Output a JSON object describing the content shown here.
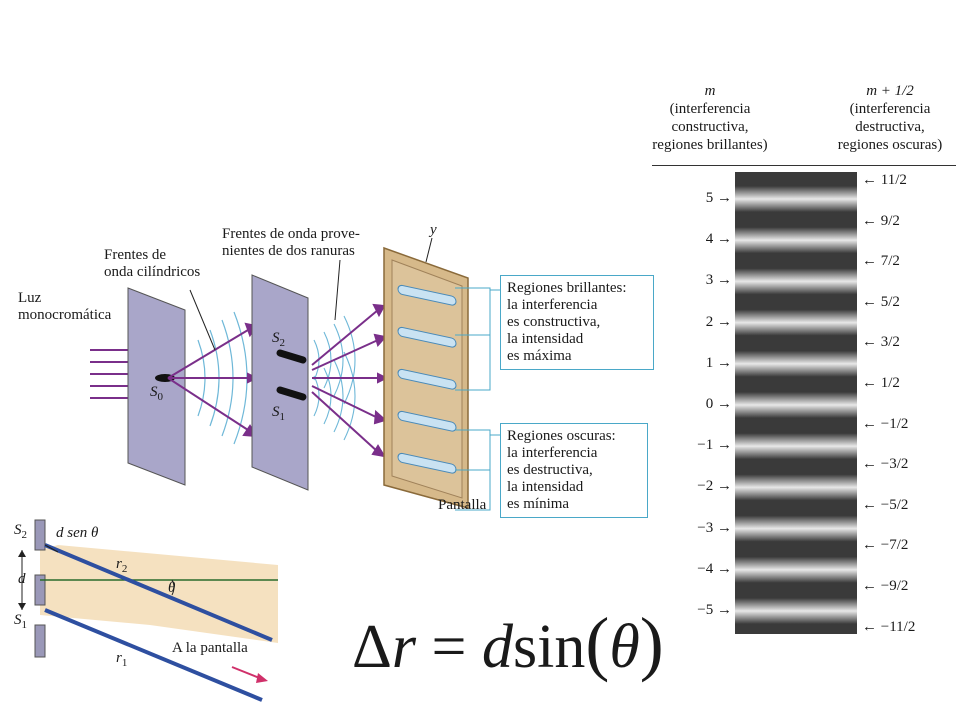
{
  "experiment": {
    "light_label": [
      "Luz",
      "monocromática"
    ],
    "cyl_wavefronts_label": [
      "Frentes de",
      "onda cilíndricos"
    ],
    "slit_wavefronts_label": [
      "Frentes de onda  prove-",
      "nientes de dos ranuras"
    ],
    "axis_y": "y",
    "source_label": "S",
    "source_sub": "0",
    "slit2_label": "S",
    "slit2_sub": "2",
    "slit1_label": "S",
    "slit1_sub": "1",
    "screen_label": "Pantalla",
    "bright_box": [
      "Regiones brillantes:",
      "la interferencia",
      "es constructiva,",
      "la intensidad",
      "es máxima"
    ],
    "dark_box": [
      "Regiones oscuras:",
      "la interferencia",
      "es destructiva,",
      "la intensidad",
      "es mínima"
    ]
  },
  "geometry": {
    "s2": "S",
    "s2_sub": "2",
    "s1": "S",
    "s1_sub": "1",
    "d_label": "d",
    "path_diff_label": "d sen θ",
    "r2_label": "r",
    "r2_sub": "2",
    "r1_label": "r",
    "r1_sub": "1",
    "theta_label": "θ",
    "to_screen_label": "A la pantalla"
  },
  "fringes": {
    "left_header": [
      "m",
      "(interferencia",
      "constructiva,",
      "regiones brillantes)"
    ],
    "right_header": [
      "m + 1/2",
      "(interferencia",
      "destructiva,",
      "regiones oscuras)"
    ],
    "bright_orders": [
      "5",
      "4",
      "3",
      "2",
      "1",
      "0",
      "−1",
      "−2",
      "−3",
      "−4",
      "−5"
    ],
    "dark_orders": [
      "11/2",
      "9/2",
      "7/2",
      "5/2",
      "3/2",
      "1/2",
      "−1/2",
      "−3/2",
      "−5/2",
      "−7/2",
      "−9/2",
      "−11/2"
    ]
  },
  "formula": {
    "delta": "Δ",
    "r": "r",
    "eq": "=",
    "d": "d",
    "fn": "sin",
    "arg": "θ"
  },
  "colors": {
    "plate": "#a9a6c9",
    "screen": "#d6b98a",
    "ray": "#7a2f8a",
    "wave": "#6fb8d8",
    "box_border": "#4aa8c8",
    "tan_fill": "#f3d9b0",
    "beam": "#2e4fa0",
    "fringe_bg": "#3a3a3a"
  }
}
